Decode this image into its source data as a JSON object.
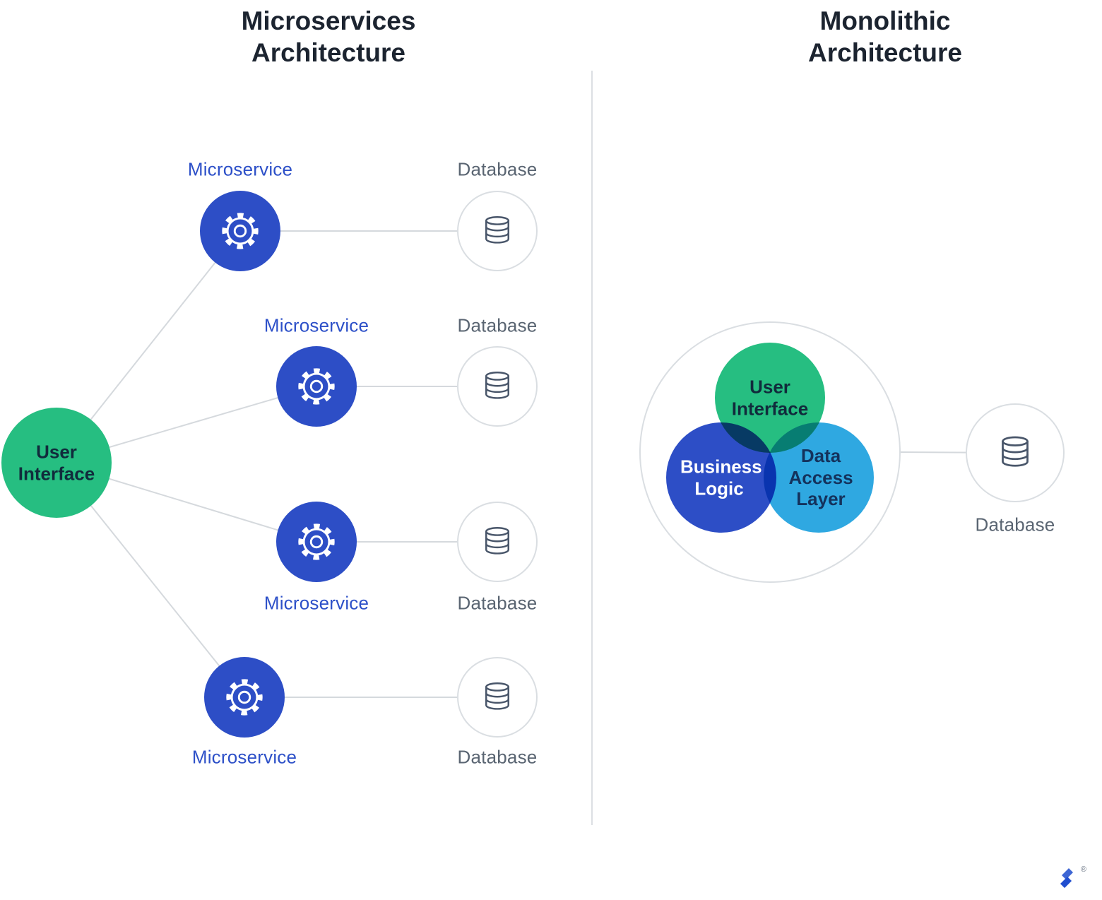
{
  "left": {
    "title_line1": "Microservices",
    "title_line2": "Architecture",
    "user_interface_label": "User Interface",
    "nodes": [
      {
        "service_label": "Microservice",
        "database_label": "Database"
      },
      {
        "service_label": "Microservice",
        "database_label": "Database"
      },
      {
        "service_label": "Microservice",
        "database_label": "Database"
      },
      {
        "service_label": "Microservice",
        "database_label": "Database"
      }
    ]
  },
  "right": {
    "title_line1": "Monolithic",
    "title_line2": "Architecture",
    "user_interface_label": "User Interface",
    "business_logic_label": "Business Logic",
    "data_access_label": "Data Access Layer",
    "database_label": "Database"
  },
  "logo": {
    "registered": "®"
  },
  "icons": {
    "gear": "gear-icon",
    "database": "database-cylinder-icon",
    "brand": "toptal-logo-icon"
  },
  "colors": {
    "green": "#26be81",
    "blue": "#2d4ec6",
    "light_blue": "#2fa8e1",
    "line_gray": "#d5d9dd",
    "outline_gray": "#dadee2",
    "label_gray": "#5a6572",
    "label_blue": "#2d50c8",
    "title_dark": "#1c2430",
    "icon_slate": "#49566a",
    "dark_text": "#112b3c"
  }
}
